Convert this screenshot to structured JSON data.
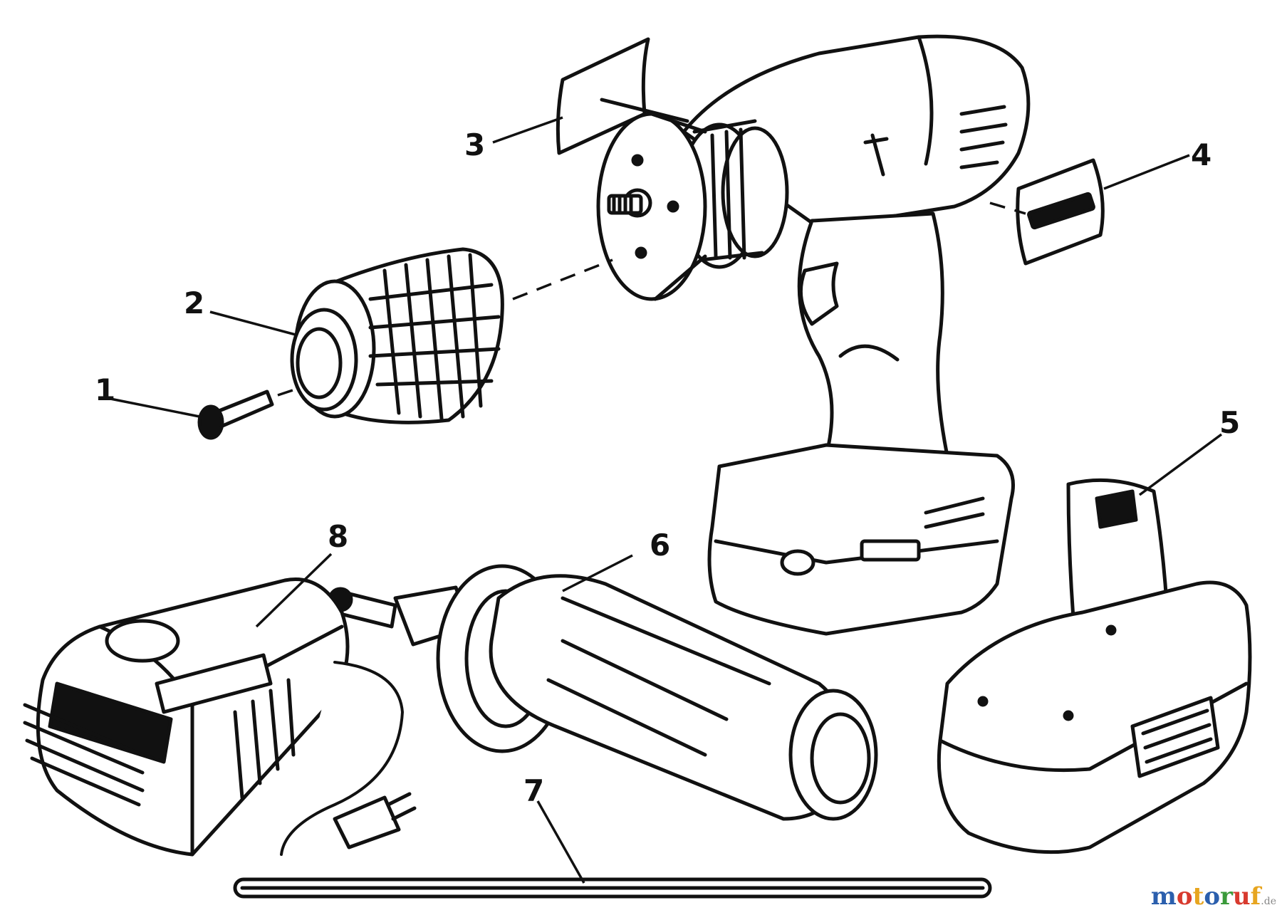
{
  "diagram": {
    "callouts": [
      "1",
      "2",
      "3",
      "4",
      "5",
      "6",
      "7",
      "8"
    ],
    "parts": [
      {
        "callout": "1",
        "part": "screw"
      },
      {
        "callout": "2",
        "part": "chuck"
      },
      {
        "callout": "3",
        "part": "label"
      },
      {
        "callout": "4",
        "part": "label"
      },
      {
        "callout": "5",
        "part": "battery pack"
      },
      {
        "callout": "6",
        "part": "side handle"
      },
      {
        "callout": "7",
        "part": "rod"
      },
      {
        "callout": "8",
        "part": "charger"
      }
    ]
  },
  "watermark": {
    "letters": [
      {
        "ch": "m",
        "color": "#2b5fad"
      },
      {
        "ch": "o",
        "color": "#d83a2e"
      },
      {
        "ch": "t",
        "color": "#e7a51f"
      },
      {
        "ch": "o",
        "color": "#2b5fad"
      },
      {
        "ch": "r",
        "color": "#3a9a3a"
      },
      {
        "ch": "u",
        "color": "#d83a2e"
      },
      {
        "ch": "f",
        "color": "#e7a51f"
      }
    ],
    "suffix": ".de"
  }
}
